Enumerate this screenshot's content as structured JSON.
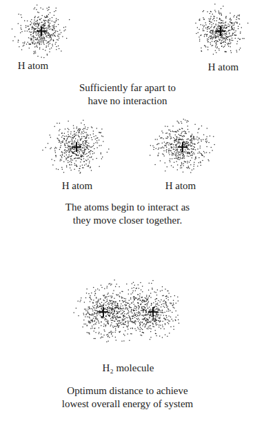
{
  "diagram": {
    "labels": [
      "H atom",
      "H atom",
      "Sufficiently far apart to have no interaction",
      "H atom",
      "H atom",
      "The atoms begin to interact as they move closer together.",
      "H₂ molecule",
      "Optimum distance to achieve lowest overall energy of system"
    ]
  }
}
